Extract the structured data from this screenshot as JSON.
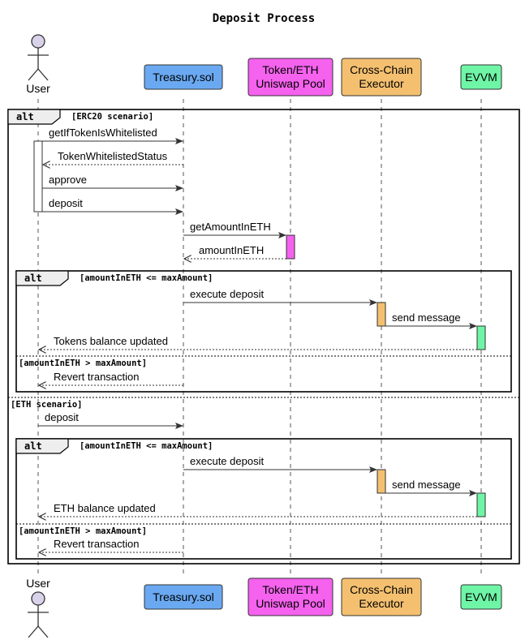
{
  "title": "Deposit Process",
  "colors": {
    "user": "#d9d2ea",
    "treasury": "#6aa9f2",
    "pool": "#f562ee",
    "executor": "#f4c070",
    "evvm": "#6ef5a6"
  },
  "participants": [
    {
      "id": "user",
      "lines": [
        "User"
      ],
      "kind": "actor"
    },
    {
      "id": "treasury",
      "lines": [
        "Treasury.sol"
      ],
      "kind": "box",
      "color": "#6aa9f2"
    },
    {
      "id": "pool",
      "lines": [
        "Token/ETH",
        "Uniswap Pool"
      ],
      "kind": "box",
      "color": "#f562ee"
    },
    {
      "id": "executor",
      "lines": [
        "Cross-Chain",
        "Executor"
      ],
      "kind": "box",
      "color": "#f4c070"
    },
    {
      "id": "evvm",
      "lines": [
        "EVVM"
      ],
      "kind": "box",
      "color": "#6ef5a6"
    }
  ],
  "fragments": {
    "outer_op": "alt",
    "outer_guard": "[ERC20 scenario]",
    "outer_else": "[ETH scenario]",
    "inner1_op": "alt",
    "inner1_guard": "[amountInETH <= maxAmount]",
    "inner1_else": "[amountInETH > maxAmount]",
    "inner2_op": "alt",
    "inner2_guard": "[amountInETH <= maxAmount]",
    "inner2_else": "[amountInETH > maxAmount]"
  },
  "messages": [
    {
      "from": "user",
      "to": "treasury",
      "label": "getIfTokenIsWhitelisted",
      "style": "solid"
    },
    {
      "from": "treasury",
      "to": "user",
      "label": "TokenWhitelistedStatus",
      "style": "dashed"
    },
    {
      "from": "user",
      "to": "treasury",
      "label": "approve",
      "style": "solid"
    },
    {
      "from": "user",
      "to": "treasury",
      "label": "deposit",
      "style": "solid"
    },
    {
      "from": "treasury",
      "to": "pool",
      "label": "getAmountInETH",
      "style": "solid"
    },
    {
      "from": "pool",
      "to": "treasury",
      "label": "amountInETH",
      "style": "dashed"
    },
    {
      "from": "treasury",
      "to": "executor",
      "label": "execute deposit",
      "style": "solid"
    },
    {
      "from": "executor",
      "to": "evvm",
      "label": "send message",
      "style": "solid"
    },
    {
      "from": "evvm",
      "to": "user",
      "label": "Tokens balance updated",
      "style": "dashed"
    },
    {
      "from": "treasury",
      "to": "user",
      "label": "Revert transaction",
      "style": "dashed"
    },
    {
      "from": "user",
      "to": "treasury",
      "label": "deposit",
      "style": "solid"
    },
    {
      "from": "treasury",
      "to": "executor",
      "label": "execute deposit",
      "style": "solid"
    },
    {
      "from": "executor",
      "to": "evvm",
      "label": "send message",
      "style": "solid"
    },
    {
      "from": "evvm",
      "to": "user",
      "label": "ETH balance updated",
      "style": "dashed"
    },
    {
      "from": "treasury",
      "to": "user",
      "label": "Revert transaction",
      "style": "dashed"
    }
  ]
}
